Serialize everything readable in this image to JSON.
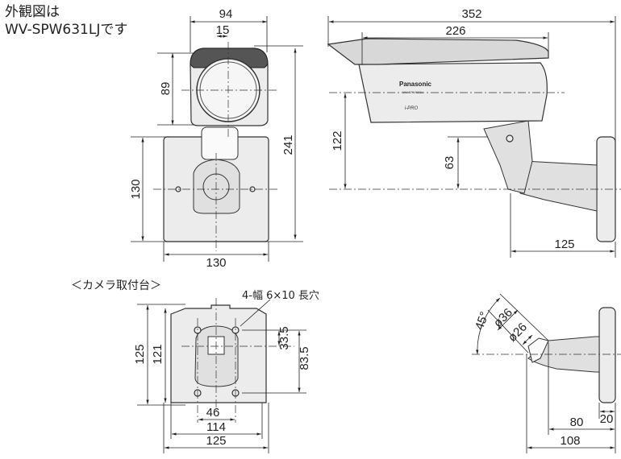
{
  "title": {
    "line1": "外観図は",
    "line2": "WV-SPW631LJです"
  },
  "front_view": {
    "width_total": "94",
    "hood_offset": "15",
    "housing_height": "89",
    "height_total": "241",
    "plate_height": "130",
    "plate_width": "130"
  },
  "side_view": {
    "length_total": "352",
    "hood_length": "226",
    "center_height": "122",
    "arm_height": "63",
    "bracket_depth": "125",
    "brand_label": "Panasonic",
    "model_label": "WV-SPW631L",
    "logo_text": "i-PRO"
  },
  "mount_view": {
    "caption": "＜カメラ取付台＞",
    "slot_note": "4-幅 6×10 長穴",
    "height_outer": "125",
    "height_inner": "121",
    "hole_offset": "33.5",
    "hole_span_v": "83.5",
    "hole_span_h": "46",
    "width_inner": "114",
    "width_outer": "125"
  },
  "bracket_view": {
    "angle": "45°",
    "dia_outer": "ø36",
    "dia_inner": "ø26",
    "arm_length": "80",
    "base_thickness": "20",
    "total_length": "108"
  }
}
